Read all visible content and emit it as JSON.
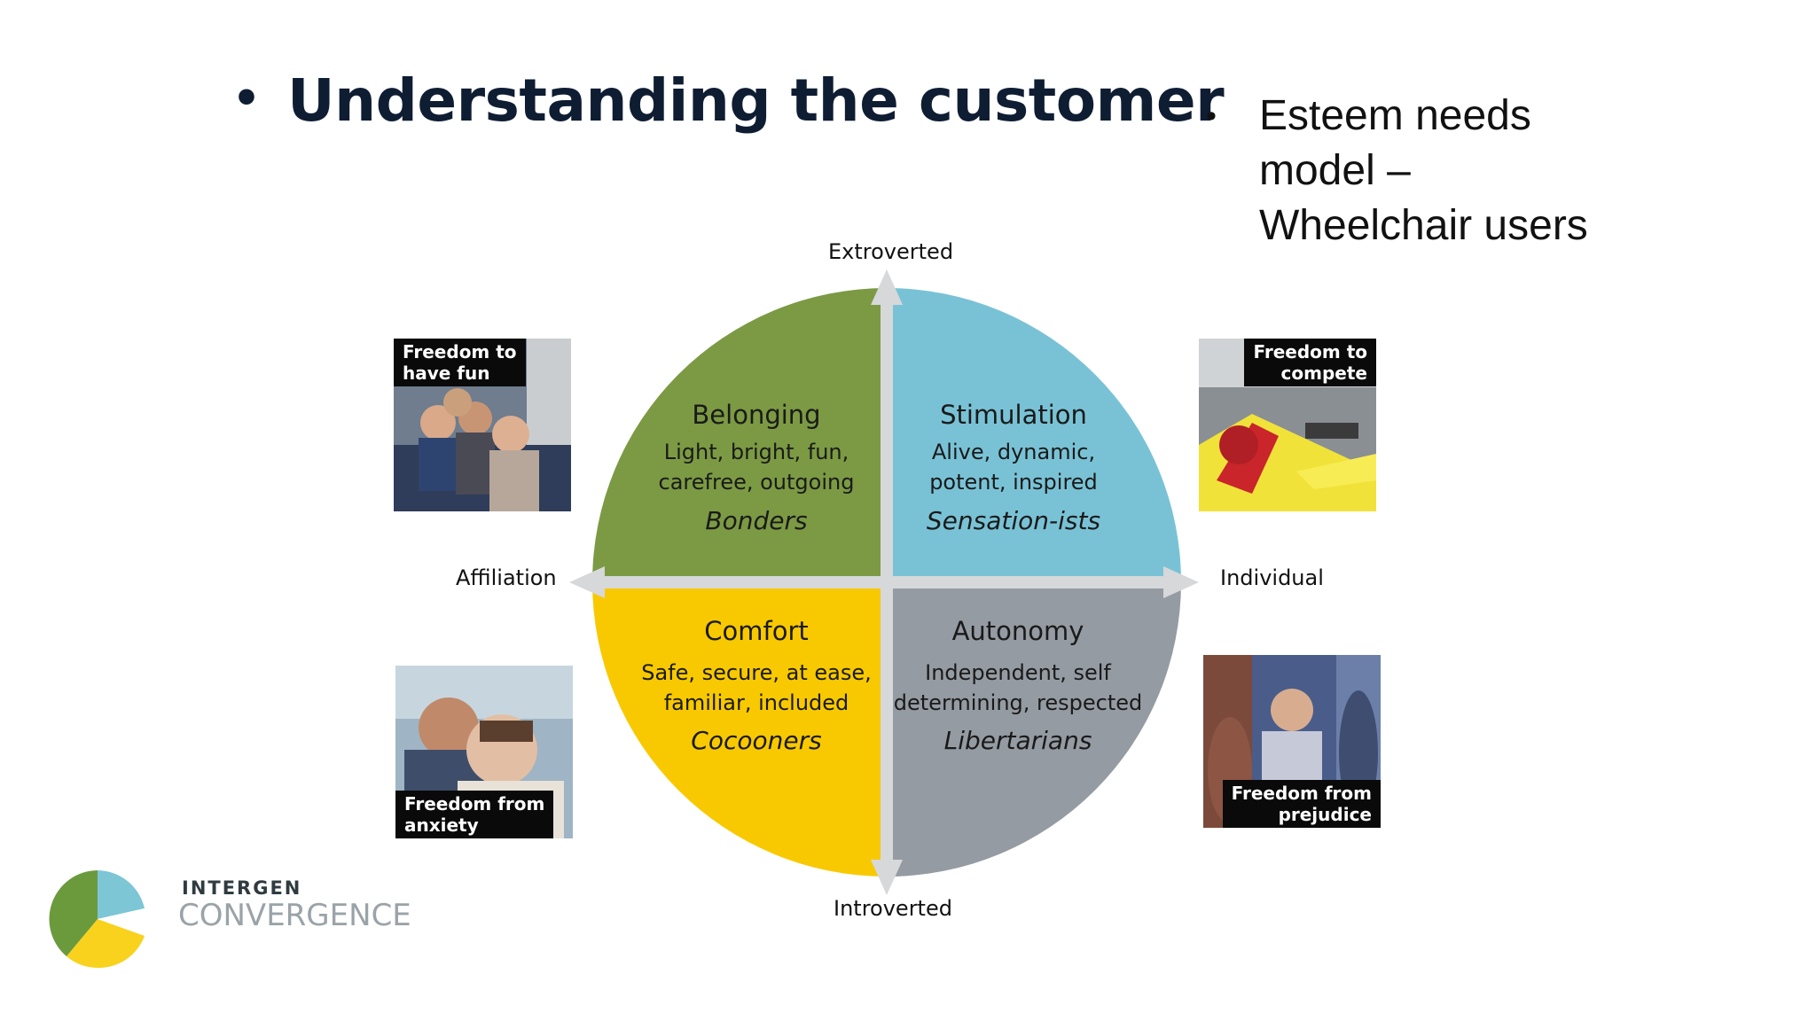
{
  "title": "Understanding the customer",
  "bullet_symbol": "•",
  "side_note": {
    "lines": [
      "Esteem needs",
      "model –",
      "Wheelchair users"
    ]
  },
  "axes": {
    "top": "Extroverted",
    "bottom": "Introverted",
    "left": "Affiliation",
    "right": "Individual"
  },
  "quadrants": {
    "top_left": {
      "title": "Belonging",
      "line1": "Light, bright, fun,",
      "line2": "carefree, outgoing",
      "tag": "Bonders",
      "color": "#7b9a43"
    },
    "top_right": {
      "title": "Stimulation",
      "line1": "Alive, dynamic,",
      "line2": "potent, inspired",
      "tag": "Sensation-ists",
      "color": "#79c2d6"
    },
    "bottom_left": {
      "title": "Comfort",
      "line1": "Safe, secure, at ease,",
      "line2": "familiar, included",
      "tag": "Cocooners",
      "color": "#f8c900"
    },
    "bottom_right": {
      "title": "Autonomy",
      "line1": "Independent, self",
      "line2": "determining, respected",
      "tag": "Libertarians",
      "color": "#959ba2"
    }
  },
  "photos": {
    "fun": {
      "line1": "Freedom to",
      "line2": "have fun"
    },
    "compete": {
      "line1": "Freedom to",
      "line2": "compete"
    },
    "anxiety": {
      "line1": "Freedom from",
      "line2": "anxiety"
    },
    "prejudice": {
      "line1": "Freedom from",
      "line2": "prejudice"
    }
  },
  "logo": {
    "line1": "INTERGEN",
    "line2": "CONVERGENCE"
  }
}
